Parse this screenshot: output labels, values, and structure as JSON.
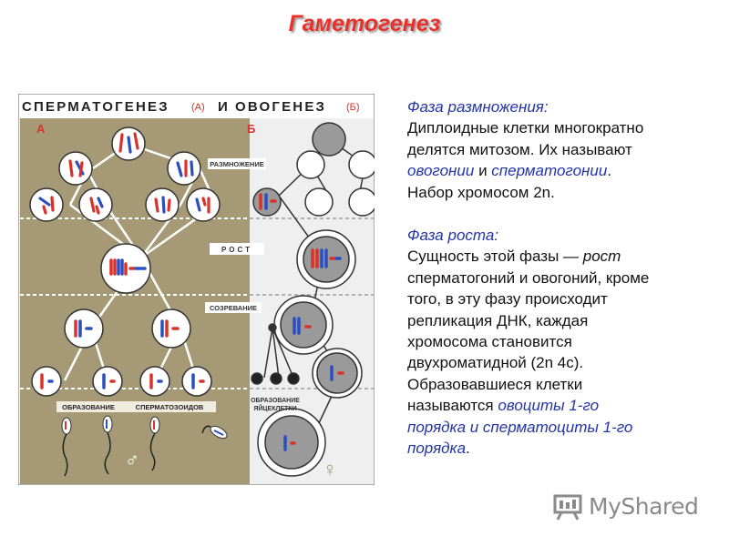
{
  "title": "Гаметогенез",
  "figure": {
    "heading_sperm": "СПЕРМАТОГЕНЕЗ",
    "heading_paren_a": "(А)",
    "heading_and": "И",
    "heading_oo": "ОВОГЕНЕЗ",
    "heading_paren_b": "(Б)",
    "panel_a": "А",
    "panel_b": "Б",
    "zone_reproduction": "РАЗМНОЖЕНИЕ",
    "zone_growth": "РОСТ",
    "zone_maturation": "СОЗРЕВАНИЕ",
    "label_sperm_formation_1": "ОБРАЗОВАНИЕ",
    "label_sperm_formation_2": "СПЕРМАТОЗОИДОВ",
    "label_egg_formation_1": "ОБРАЗОВАНИЕ",
    "label_egg_formation_2": "ЯЙЦЕКЛЕТКИ",
    "male_symbol": "♂",
    "female_symbol": "♀",
    "colors": {
      "red": "#d8322b",
      "blue": "#2b4fc0",
      "khaki": "#a69a76",
      "grey": "#9a9a9a"
    }
  },
  "text": {
    "phase1_heading": "Фаза размножения:",
    "p1_line1": "Диплоидные клетки многократно",
    "p1_line2": "делятся митозом. Их называют",
    "p1_oogonia": "овогонии",
    "p1_and": "и",
    "p1_spermatogonia": "сперматогонии",
    "p1_dot": ".",
    "p1_line4": "Набор хромосом 2n.",
    "phase2_heading": "Фаза роста:",
    "p2_line1_a": "Сущность этой фазы —",
    "p2_line1_b": "рост",
    "p2_line2": "сперматогоний и овогоний, кроме",
    "p2_line3": "того, в эту фазу происходит",
    "p2_line4": "репликация ДНК, каждая",
    "p2_line5": "хромосома становится",
    "p2_line6": "двухроматидной (2n 4c).",
    "p2_line7": "Образовавшиеся клетки",
    "p2_line8_a": "называются",
    "p2_line8_b": "овоциты 1-го",
    "p2_line9": "порядка и сперматоциты 1-го",
    "p2_line10": "порядка",
    "p2_dot": "."
  },
  "watermark": {
    "text": "MyShared",
    "icon": "presentation-board-icon"
  }
}
